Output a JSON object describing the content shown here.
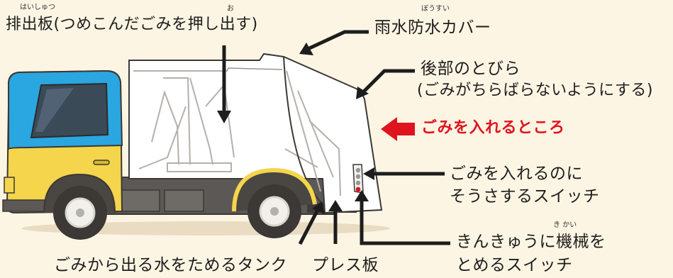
{
  "labels": {
    "push_plate": "排出板(つめこんだごみを押し出す)",
    "push_plate_ruby_haishutsu": "はいしゅつ",
    "push_plate_ruby_o": "お",
    "rain_cover": "雨水防水カバー",
    "rain_cover_ruby": "ぼうすい",
    "rear_door_line1": "後部のとびら",
    "rear_door_line2": "(ごみがちらばらないようにする)",
    "garbage_inlet": "ごみを入れるところ",
    "operate_switch_line1": "ごみを入れるのに",
    "operate_switch_line2": "そうさするスイッチ",
    "emergency_switch_line1": "きんきゅうに機械を",
    "emergency_switch_ruby": "き  かい",
    "emergency_switch_line2": "とめるスイッチ",
    "water_tank": "ごみから出る水をためるタンク",
    "press_plate": "プレス板"
  },
  "colors": {
    "background": "#fdf5e3",
    "cab_yellow": "#f4d54c",
    "cab_blue": "#2aa6e0",
    "body_white": "#ffffff",
    "chassis": "#4a4642",
    "accent_red": "#e0141e"
  }
}
